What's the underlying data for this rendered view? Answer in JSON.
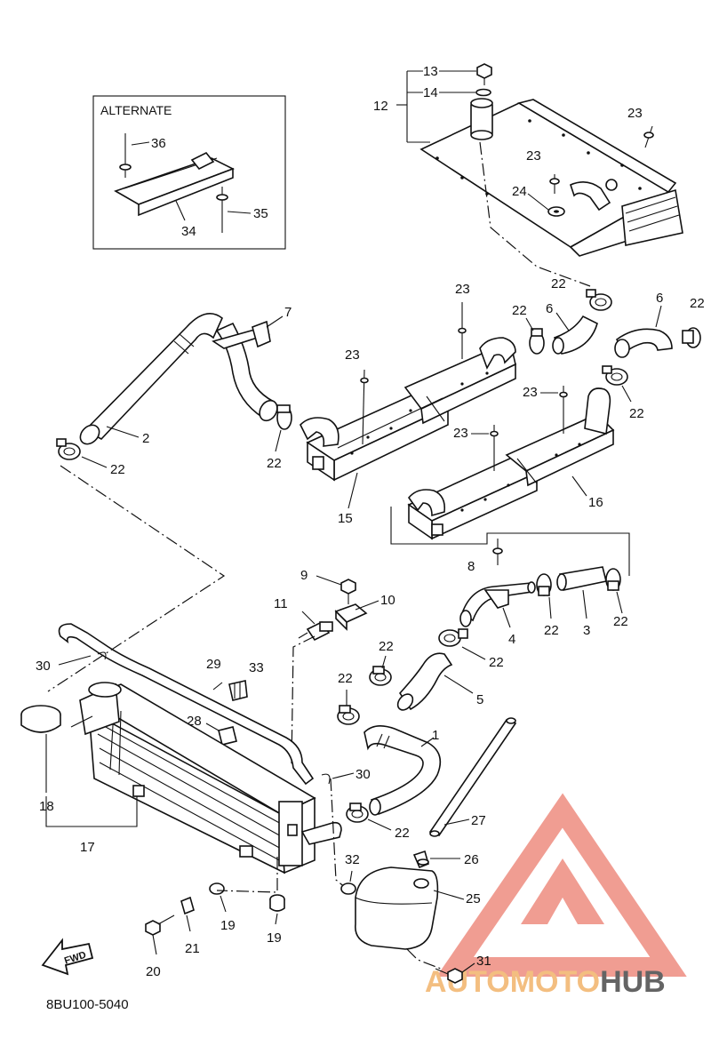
{
  "diagram": {
    "drawing_code": "8BU100-5040",
    "alternate_label": "ALTERNATE",
    "fwd_label": "FWD",
    "callouts": {
      "c1": "1",
      "c2": "2",
      "c3": "3",
      "c4": "4",
      "c5": "5",
      "c6a": "6",
      "c6b": "6",
      "c7": "7",
      "c8": "8",
      "c9": "9",
      "c10": "10",
      "c11": "11",
      "c12": "12",
      "c13": "13",
      "c14": "14",
      "c15": "15",
      "c16": "16",
      "c17": "17",
      "c18": "18",
      "c19a": "19",
      "c19b": "19",
      "c20": "20",
      "c21": "21",
      "c22a": "22",
      "c22b": "22",
      "c22c": "22",
      "c22d": "22",
      "c22e": "22",
      "c22f": "22",
      "c22g": "22",
      "c22h": "22",
      "c22i": "22",
      "c22j": "22",
      "c22k": "22",
      "c22l": "22",
      "c23a": "23",
      "c23b": "23",
      "c23c": "23",
      "c23d": "23",
      "c23e": "23",
      "c23f": "23",
      "c24": "24",
      "c25": "25",
      "c26": "26",
      "c27": "27",
      "c28": "28",
      "c29": "29",
      "c30a": "30",
      "c30b": "30",
      "c31": "31",
      "c32": "32",
      "c33": "33",
      "c34": "34",
      "c35": "35",
      "c36": "36"
    }
  },
  "watermark": {
    "brand_part1": "AUTOMOTO",
    "brand_part2": "HUB",
    "color_primary": "#ee7d6e",
    "color_secondary": "#f2b36a",
    "color_dark": "#4a4a4a"
  }
}
